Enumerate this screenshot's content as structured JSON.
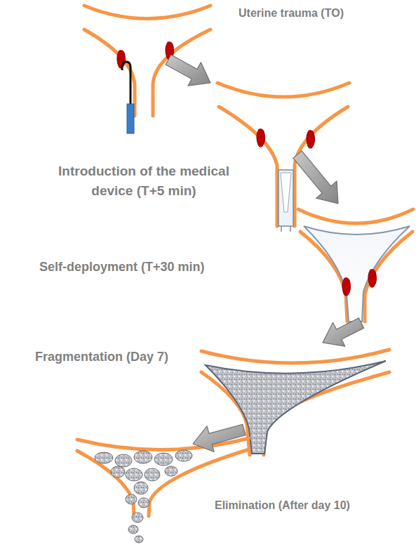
{
  "diagram": {
    "nodes": [
      {
        "text": [
          "Uterine trauma (TO)"
        ]
      },
      {
        "text": [
          "Introduction of the medical device (T+5 min)"
        ]
      },
      {
        "text": [
          "Self-deployment (T+30 min)"
        ]
      },
      {
        "text": [
          "Fragmentation (Day 7)"
        ]
      },
      {
        "text": [
          "Elimination (After day 10)"
        ]
      }
    ],
    "edges": [
      {
        "from": 0,
        "to": 1,
        "arrow": "to"
      },
      {
        "from": 1,
        "to": 2,
        "arrow": "to"
      },
      {
        "from": 2,
        "to": 3,
        "arrow": "to"
      },
      {
        "from": 3,
        "to": 4,
        "arrow": "to"
      }
    ]
  }
}
